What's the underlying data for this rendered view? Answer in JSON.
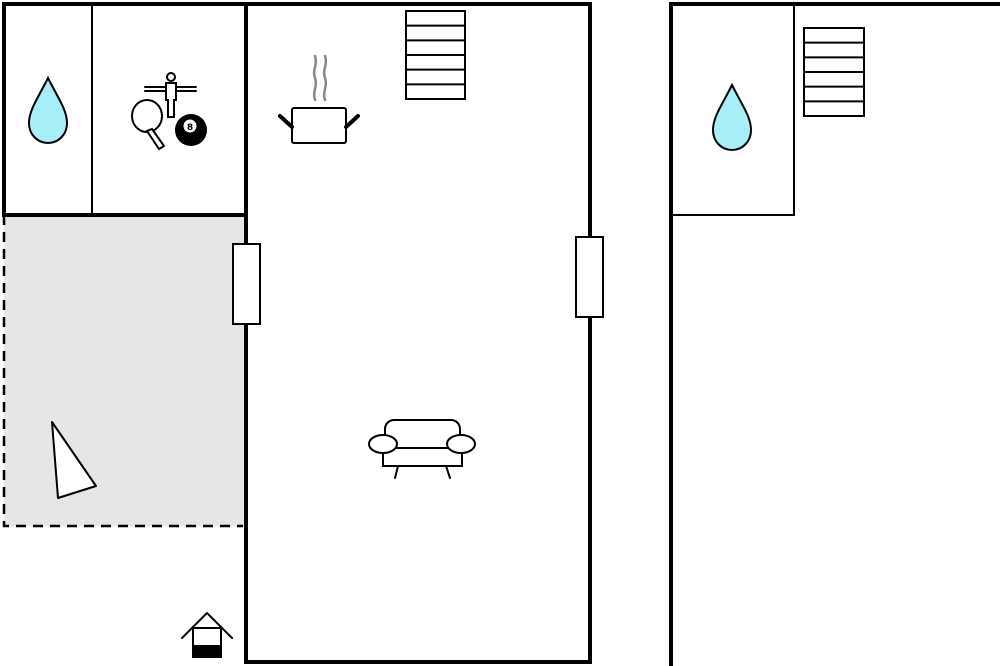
{
  "floor_plan": {
    "colors": {
      "walls": "#000000",
      "water": "#a8f0f8",
      "terrace": "#e6e6e6",
      "steam": "#888888",
      "background": "#ffffff"
    },
    "ground_floor": {
      "rooms": [
        {
          "name": "bathroom",
          "icon": "water-drop-icon"
        },
        {
          "name": "games-room",
          "icon": "games-icon",
          "ball_label": "8"
        },
        {
          "name": "kitchen-living-area",
          "icons": [
            "cooking-pot-icon",
            "sofa-icon",
            "stairs-icon"
          ]
        },
        {
          "name": "terrace",
          "icon": "compass-needle-icon"
        }
      ],
      "entrance_icon": "house-entrance-icon"
    },
    "upper_floor": {
      "rooms": [
        {
          "name": "bathroom",
          "icon": "water-drop-icon"
        },
        {
          "name": "open-room",
          "icons": [
            "stairs-icon"
          ]
        }
      ]
    }
  }
}
